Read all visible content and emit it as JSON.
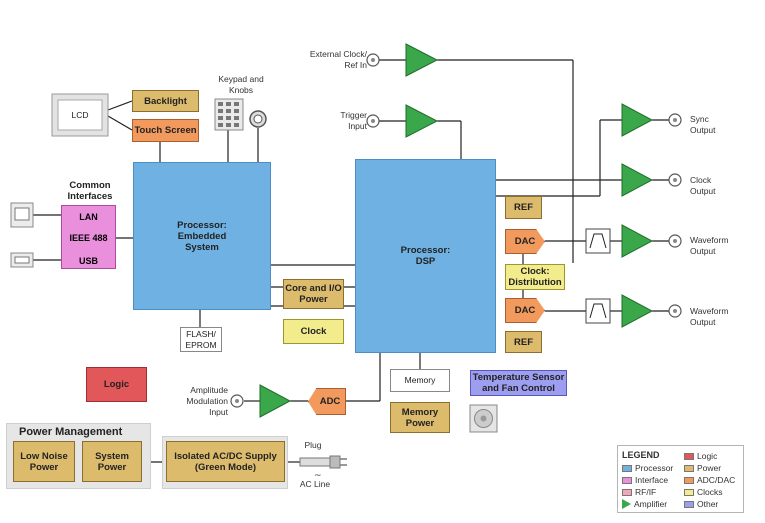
{
  "blocks": {
    "lcd": "LCD",
    "backlight": "Backlight",
    "touch_screen": "Touch Screen",
    "keypad_label": "Keypad and\nKnobs",
    "common_interfaces": "Common\nInterfaces",
    "lan": "LAN",
    "ieee488": "IEEE 488",
    "usb": "USB",
    "proc_embedded": "Processor:\nEmbedded\nSystem",
    "core_io_power": "Core and I/O\nPower",
    "clock_left": "Clock",
    "flash": "FLASH/\nEPROM",
    "logic": "Logic",
    "proc_dsp": "Processor:\nDSP",
    "ref_top": "REF",
    "dac_top": "DAC",
    "clock_dist": "Clock:\nDistribution",
    "dac_bottom": "DAC",
    "ref_bottom": "REF",
    "memory": "Memory",
    "memory_power": "Memory\nPower",
    "temp_sensor": "Temperature Sensor\nand Fan Control",
    "adc": "ADC"
  },
  "labels": {
    "ext_clock": "External Clock/\nRef In",
    "trigger": "Trigger\nInput",
    "sync_output": "Sync\nOutput",
    "clock_output": "Clock\nOutput",
    "waveform_output_1": "Waveform\nOutput",
    "waveform_output_2": "Waveform\nOutput",
    "am_input": "Amplitude\nModulation\nInput",
    "plug": "Plug",
    "ac_line": "AC Line"
  },
  "power_management": {
    "title": "Power Management",
    "low_noise": "Low Noise\nPower",
    "system_power": "System\nPower",
    "isolated": "Isolated AC/DC Supply\n(Green Mode)"
  },
  "legend": {
    "title": "LEGEND",
    "items": [
      {
        "label": "Processor",
        "color": "#6fb1e2"
      },
      {
        "label": "Interface",
        "color": "#e98fdc"
      },
      {
        "label": "RF/IF",
        "color": "#f4a6b8"
      },
      {
        "label": "Amplifier",
        "color": "#3aa84a"
      },
      {
        "label": "Logic",
        "color": "#e2575a"
      },
      {
        "label": "Power",
        "color": "#dcbb6c"
      },
      {
        "label": "ADC/DAC",
        "color": "#f29a5e"
      },
      {
        "label": "Clocks",
        "color": "#f3ec8c"
      },
      {
        "label": "Other",
        "color": "#9e9ef0"
      }
    ]
  }
}
